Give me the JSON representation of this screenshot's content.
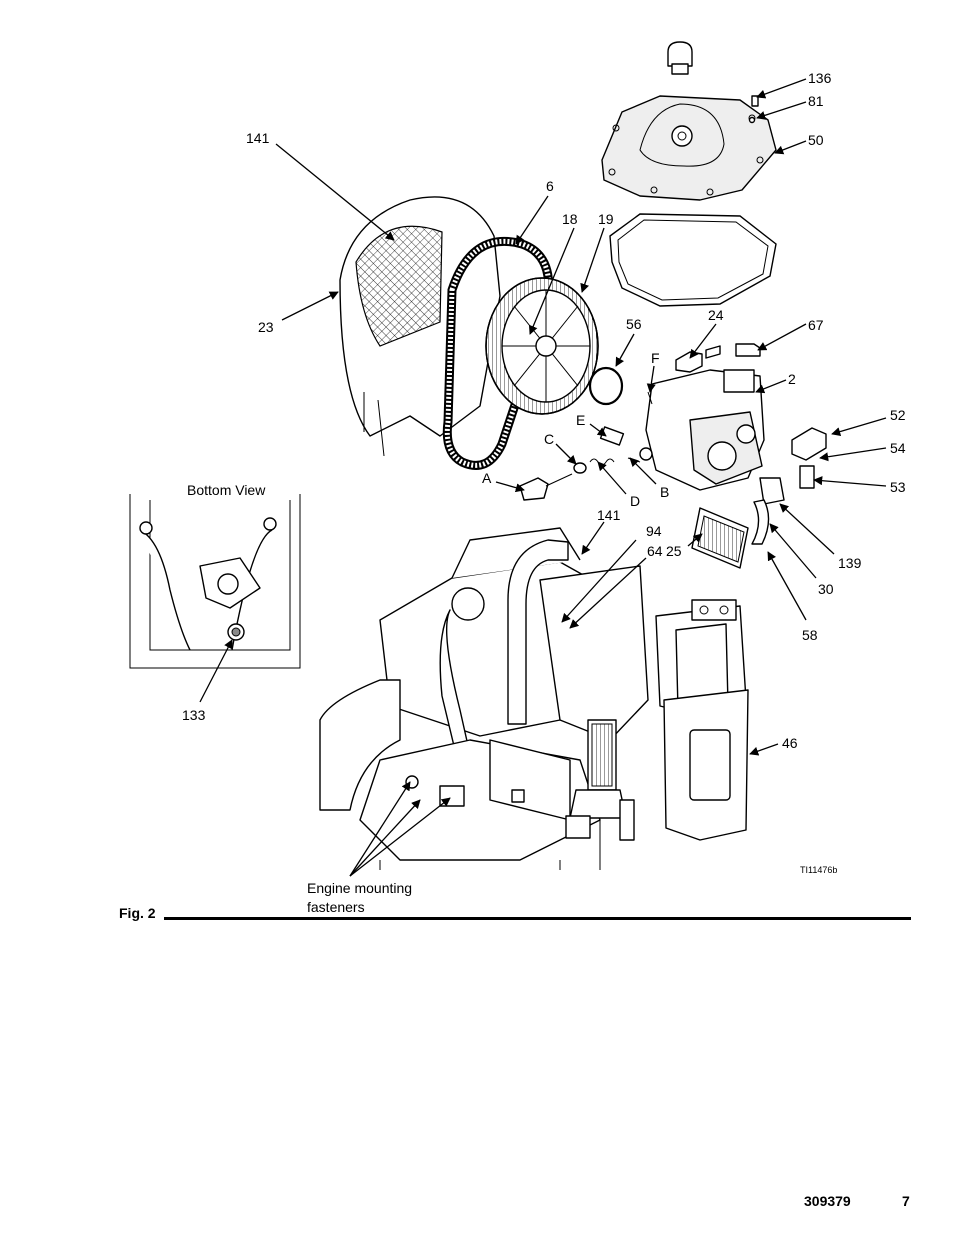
{
  "figure": {
    "label": "Fig. 2",
    "image_code": "TI11476b",
    "inset_title": "Bottom View",
    "mounting_caption": [
      "Engine mounting",
      "fasteners"
    ]
  },
  "callouts": [
    "136",
    "81",
    "50",
    "141",
    "6",
    "18",
    "19",
    "23",
    "56",
    "24",
    "67",
    "F",
    "2",
    "E",
    "C",
    "A",
    "D",
    "B",
    "52",
    "54",
    "53",
    "141",
    "94",
    "64",
    "25",
    "139",
    "30",
    "58",
    "46",
    "133"
  ],
  "footer": {
    "doc_number": "309379",
    "page_number": "7"
  }
}
